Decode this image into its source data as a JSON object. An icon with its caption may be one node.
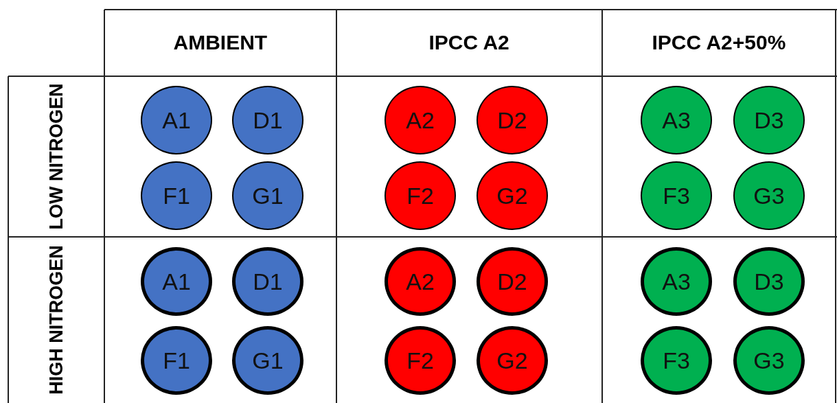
{
  "diagram": {
    "nodes": [
      {
        "text": [
          "A1"
        ]
      },
      {
        "text": [
          "D1"
        ]
      },
      {
        "text": [
          "A2"
        ]
      },
      {
        "text": [
          "D2"
        ]
      },
      {
        "text": [
          "A3"
        ]
      },
      {
        "text": [
          "D3"
        ]
      },
      {
        "text": [
          "F1"
        ]
      },
      {
        "text": [
          "G1"
        ]
      },
      {
        "text": [
          "F2"
        ]
      },
      {
        "text": [
          "G2"
        ]
      },
      {
        "text": [
          "F3"
        ]
      },
      {
        "text": [
          "G3"
        ]
      },
      {
        "text": [
          "A1"
        ]
      },
      {
        "text": [
          "D1"
        ]
      },
      {
        "text": [
          "A2"
        ]
      },
      {
        "text": [
          "D2"
        ]
      },
      {
        "text": [
          "A3"
        ]
      },
      {
        "text": [
          "D3"
        ]
      },
      {
        "text": [
          "F1"
        ]
      },
      {
        "text": [
          "G1"
        ]
      },
      {
        "text": [
          "F2"
        ]
      },
      {
        "text": [
          "G2"
        ]
      },
      {
        "text": [
          "F3"
        ]
      },
      {
        "text": [
          "G3"
        ]
      }
    ],
    "labels": [
      "AMBIENT",
      "IPCC A2",
      "IPCC A2+50%",
      "LOW NITROGEN",
      "HIGH NITROGEN"
    ]
  }
}
